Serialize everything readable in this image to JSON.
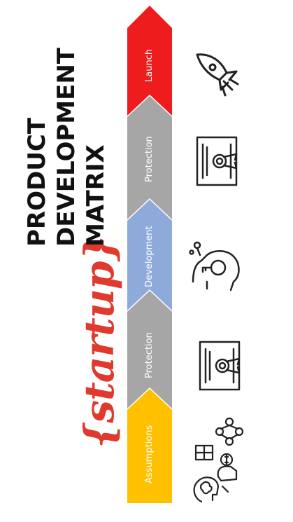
{
  "title": {
    "brand": "{startup}",
    "lines": [
      "PRODUCT",
      "DEVELOPMENT",
      "MATRIX"
    ]
  },
  "stages": [
    {
      "label": "Launch",
      "color": "#ee1c1c",
      "icon": "rocket-icon"
    },
    {
      "label": "Protection",
      "color": "#a6a6a6",
      "icon": "certificate-icon"
    },
    {
      "label": "Development",
      "color": "#8eaadb",
      "icon": "head-key-icon"
    },
    {
      "label": "Protection",
      "color": "#a6a6a6",
      "icon": "certificate-icon"
    },
    {
      "label": "Assumptions",
      "color": "#ffc000",
      "icon": "ideas-cluster-icon"
    }
  ],
  "colors": {
    "brand": "#e03a2f",
    "text": "#111111"
  }
}
